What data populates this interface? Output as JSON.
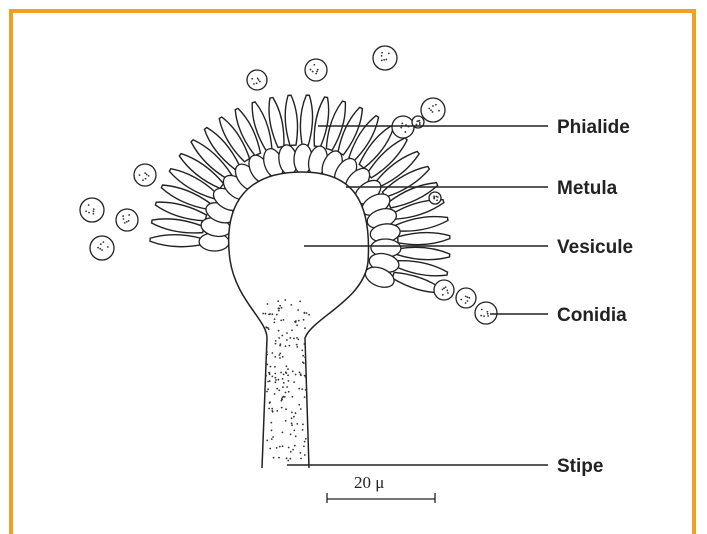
{
  "labels": {
    "phialide": "Phialide",
    "metula": "Metula",
    "vesicule": "Vesicule",
    "conidia": "Conidia",
    "stipe": "Stipe"
  },
  "scale_bar": {
    "text": "20 μ"
  },
  "colors": {
    "frame": "#f2a024",
    "ink": "#222222"
  }
}
